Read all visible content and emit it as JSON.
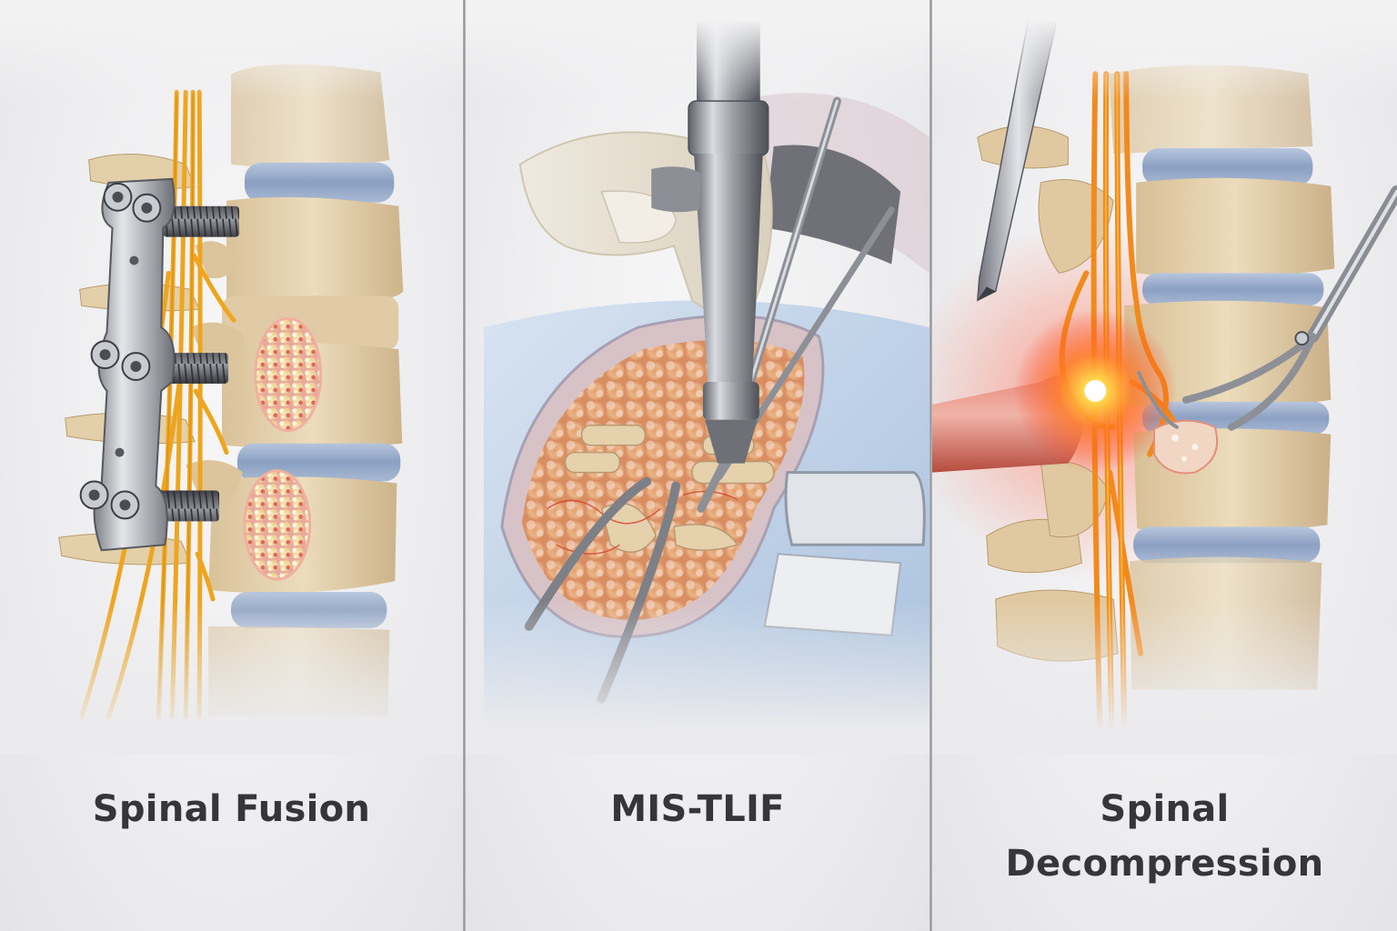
{
  "panels": [
    {
      "id": "spinal-fusion",
      "caption": "Spinal Fusion",
      "illustration": "lumbar spine with metal plate, three pedicle screws, orange nerve roots and two bone-graft fusion masses"
    },
    {
      "id": "mis-tlif",
      "caption": "MIS-TLIF",
      "illustration": "gloved hand holding tubular retractor inside surgical incision with blue drapes and instruments"
    },
    {
      "id": "spinal-decompression",
      "caption_lines": [
        "Spinal",
        "Decompression"
      ],
      "illustration": "spine with glowing compressed nerve, probe, forceps removing herniated disc fragment"
    }
  ],
  "colors": {
    "background": "#ebebed",
    "caption_text": "#363638",
    "divider": "#8f8f94",
    "bone": "#e6d2ae",
    "disc": "#8ea3c4",
    "nerve": "#f0a020",
    "metal": "#a9acb2",
    "glow": "#ff5a1f",
    "drape": "#b9cfe6"
  }
}
